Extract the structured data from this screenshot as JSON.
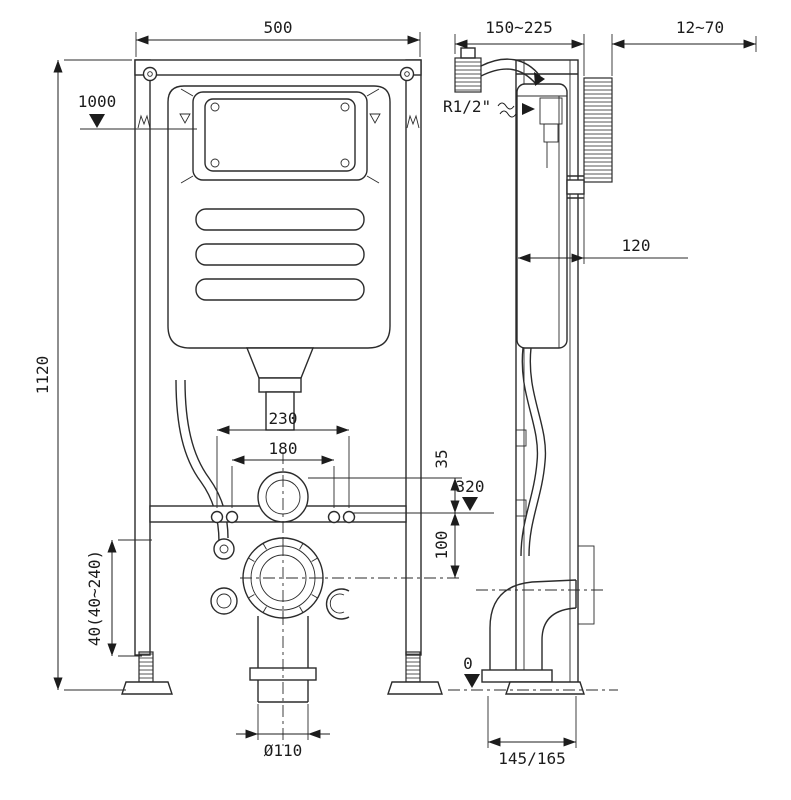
{
  "drawing": {
    "title": "Concealed cistern wall-hung toilet frame installation drawing",
    "units": "mm",
    "line_color": "#2b2b2b",
    "background": "#ffffff"
  },
  "dimensions": {
    "frame_width": "500",
    "wall_distance_range": "150~225",
    "finish_thickness_range": "12~70",
    "flush_plate_center_height": "1000",
    "frame_height": "1120",
    "frame_depth": "120",
    "outer_fixing_spacing": "230",
    "inner_fixing_spacing": "180",
    "outlet_gap": "35",
    "water_outlet_level": "320",
    "drain_center_offset": "100",
    "foot_adjustment": "40(40~240)",
    "floor_level": "0",
    "drain_pipe_diameter": "Ø110",
    "outlet_projection": "145/165",
    "water_inlet_thread": "R1/2\""
  }
}
